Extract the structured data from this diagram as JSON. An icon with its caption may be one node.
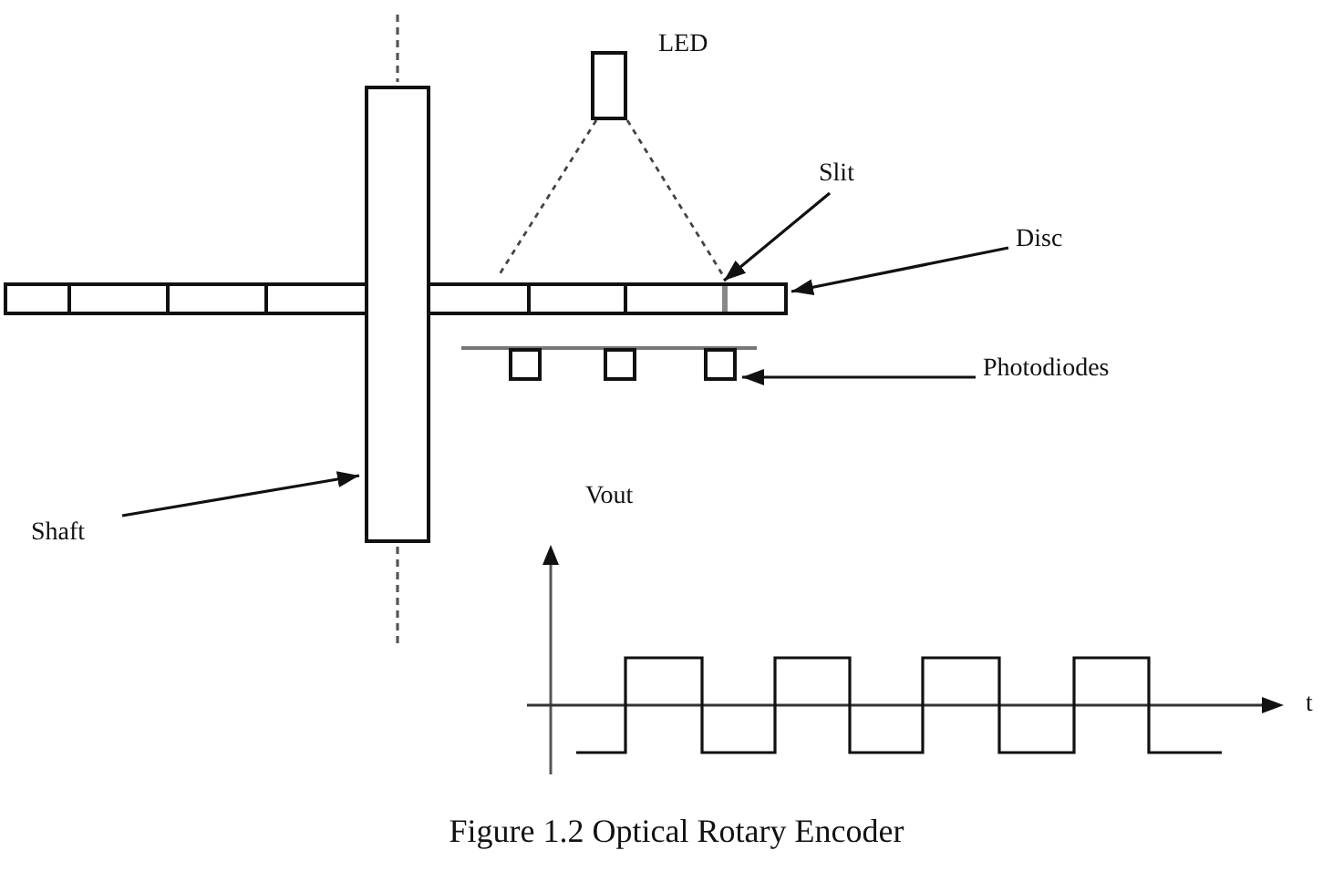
{
  "diagram": {
    "caption": "Figure 1.2 Optical Rotary Encoder",
    "nodes": [
      {
        "text": [
          "Slit"
        ]
      },
      {
        "text": [],
        "shape": "bar"
      },
      {
        "text": [],
        "shape": "line",
        "in": 1
      },
      {
        "text": [
          "Disc"
        ]
      },
      {
        "text": [
          "Photodiodes"
        ]
      },
      {
        "text": [],
        "shape": "box"
      },
      {
        "text": [
          "Shaft"
        ]
      },
      {
        "text": [],
        "shape": "bar"
      }
    ],
    "edges": [
      {
        "from": 0,
        "to": 2,
        "arrow": "to"
      },
      {
        "from": 3,
        "to": 1,
        "arrow": "to"
      },
      {
        "from": 4,
        "to": 5,
        "arrow": "to"
      },
      {
        "from": 6,
        "to": 7,
        "arrow": "to"
      }
    ],
    "labels": [
      "LED",
      "Vout",
      "t"
    ]
  }
}
